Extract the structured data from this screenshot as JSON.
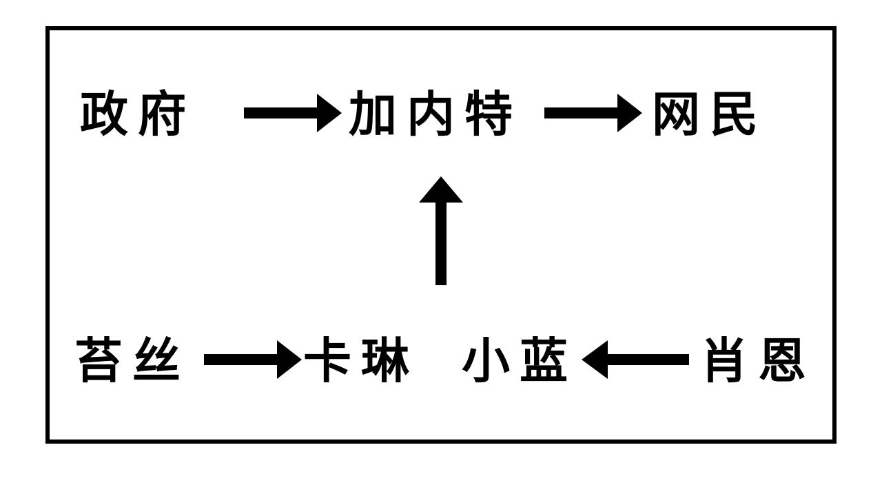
{
  "diagram": {
    "nodes": {
      "government": "政府",
      "garnet": "加内特",
      "netizens": "网民",
      "tess": "苔丝",
      "karin": "卡琳",
      "xiaolan": "小蓝",
      "shawn": "肖恩"
    },
    "edges": [
      {
        "from": "government",
        "to": "garnet"
      },
      {
        "from": "garnet",
        "to": "netizens"
      },
      {
        "from": "karin",
        "to": "garnet"
      },
      {
        "from": "tess",
        "to": "karin"
      },
      {
        "from": "shawn",
        "to": "xiaolan"
      }
    ],
    "colors": {
      "stroke": "#000000",
      "background": "#ffffff"
    }
  }
}
